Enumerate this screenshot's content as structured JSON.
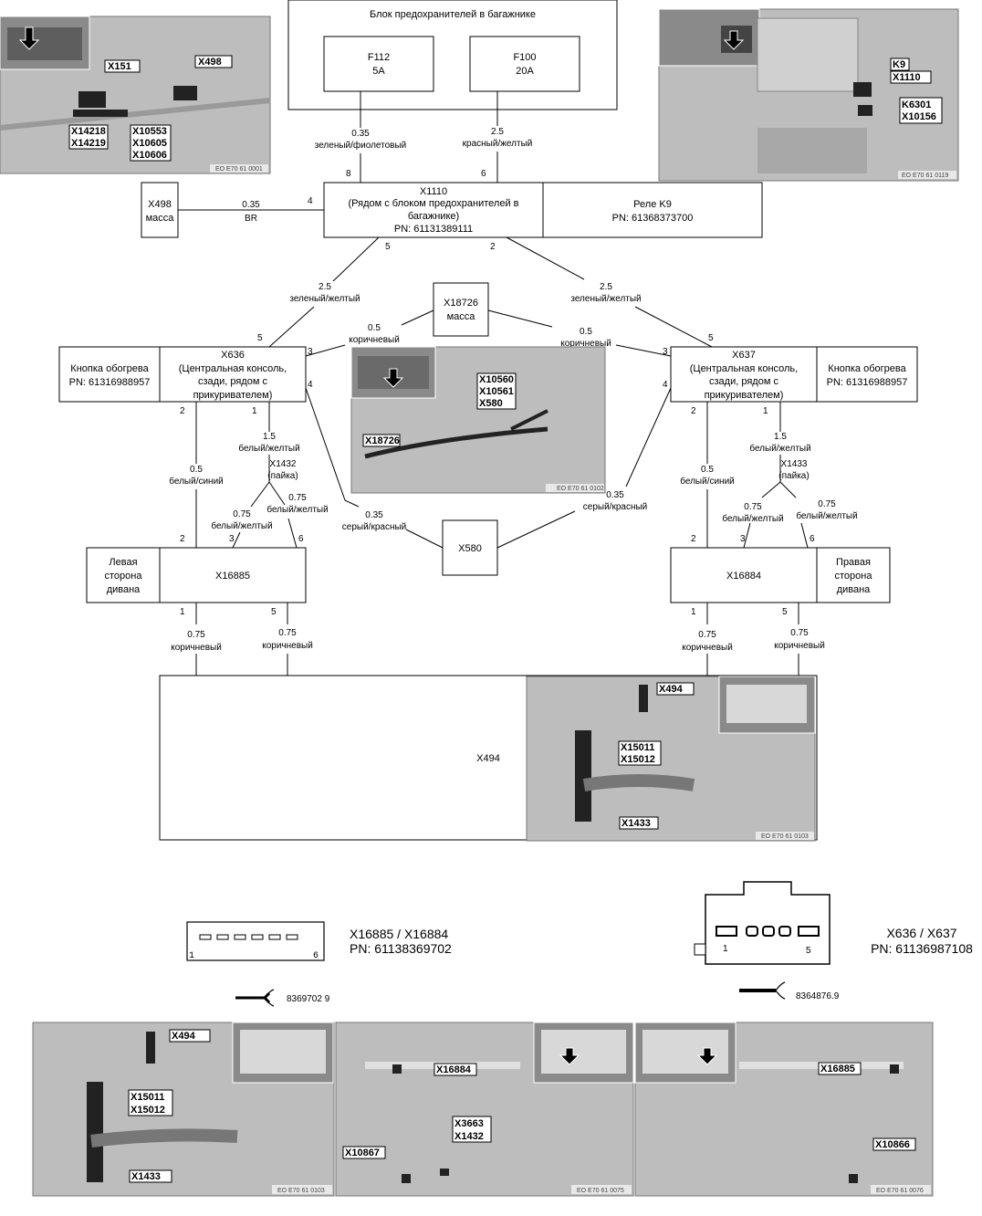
{
  "fuse_block": {
    "title": "Блок предохранителей в багажнике",
    "f112": [
      "F112",
      "5A"
    ],
    "f100": [
      "F100",
      "20A"
    ]
  },
  "wire_f112": [
    "0.35",
    "зеленый/фиолетовый"
  ],
  "wire_f100": [
    "2.5",
    "красный/желтый"
  ],
  "x1110": {
    "lines": [
      "X1110",
      "(Рядом с блоком предохранителей в",
      "багажнике)",
      "PN: 61131389111"
    ],
    "pin8": "8",
    "pin6": "6",
    "pin4": "4",
    "pin5": "5",
    "pin2": "2"
  },
  "relay_k9": [
    "Реле K9",
    "PN: 61368373700"
  ],
  "x498": [
    "X498",
    "масса"
  ],
  "wire_x498": [
    "0.35",
    "BR"
  ],
  "wire_left_main": [
    "2.5",
    "зеленый/желтый"
  ],
  "wire_right_main": [
    "2.5",
    "зеленый/желтый"
  ],
  "x18726": [
    "X18726",
    "масса"
  ],
  "wire_gnd_left": [
    "0.5",
    "коричневый"
  ],
  "wire_gnd_right": [
    "0.5",
    "коричневый"
  ],
  "button_left": [
    "Кнопка обогрева",
    "PN: 61316988957"
  ],
  "button_right": [
    "Кнопка обогрева",
    "PN: 61316988957"
  ],
  "x636": [
    "X636",
    "(Центральная консоль,",
    "сзади, рядом с",
    "прикуривателем)"
  ],
  "x637": [
    "X637",
    "(Центральная консоль,",
    "сзади, рядом с",
    "прикуривателем)"
  ],
  "pins": {
    "p5": "5",
    "p3": "3",
    "p4": "4",
    "p2": "2",
    "p1": "1",
    "p6": "6"
  },
  "wire_wb": [
    "0.5",
    "белый/синий"
  ],
  "wire_wy15": [
    "1.5",
    "белый/желтый"
  ],
  "splice_x1432": [
    "X1432",
    "(пайка)"
  ],
  "splice_x1433": [
    "X1433",
    "(пайка)"
  ],
  "wire_wy075": [
    "0.75",
    "белый/желтый"
  ],
  "wire_gr": [
    "0.35",
    "серый/красный"
  ],
  "x580": "X580",
  "seat_left": {
    "side": [
      "Левая",
      "сторона",
      "дивана"
    ],
    "id": "X16885"
  },
  "seat_right": {
    "side": [
      "Правая",
      "сторона",
      "дивана"
    ],
    "id": "X16884"
  },
  "wire_brown075": [
    "0.75",
    "коричневый"
  ],
  "x494": "X494",
  "connector_seat": {
    "name": "X16885 / X16884",
    "pn": "PN: 61138369702",
    "pin_first": "1",
    "pin_last": "6",
    "code": "8369702 9"
  },
  "connector_console": {
    "name": "X636 / X637",
    "pn": "PN: 61136987108",
    "pin_first": "1",
    "pin_last": "5",
    "code": "8364876.9"
  },
  "photo_tl": {
    "tags": [
      "X151",
      "X498",
      "X14218",
      "X14219",
      "X10553",
      "X10605",
      "X10606"
    ],
    "caption": "EO E70 61 0001"
  },
  "photo_tr": {
    "tags": [
      "K9",
      "X1110",
      "K6301",
      "X10156"
    ],
    "caption": "EO E70 61 0119"
  },
  "photo_mid": {
    "tags": [
      "X10560",
      "X10561",
      "X580",
      "X18726"
    ],
    "caption": "EO E70 61 0102"
  },
  "photo_x494": {
    "tags": [
      "X494",
      "X15011",
      "X15012",
      "X1433"
    ],
    "caption": "EO E70 61 0103"
  },
  "photo_b1": {
    "tags": [
      "X494",
      "X15011",
      "X15012",
      "X1433"
    ],
    "caption": "EO E70 61 0103"
  },
  "photo_b2": {
    "tags": [
      "X16884",
      "X3663",
      "X1432",
      "X10867"
    ],
    "caption": "EO E70 61 0075"
  },
  "photo_b3": {
    "tags": [
      "X16885",
      "X10866"
    ],
    "caption": "EO E70 61 0076"
  }
}
